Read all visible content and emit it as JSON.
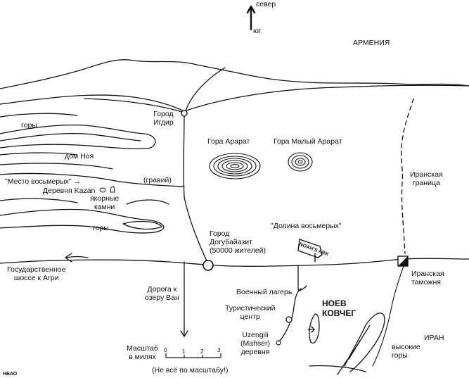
{
  "compass": {
    "north": "север",
    "south": "юг"
  },
  "regions": {
    "armenia": "АРМЕНИЯ",
    "iran": "ИРАН"
  },
  "places": {
    "igdir": [
      "Город",
      "Игдир"
    ],
    "ararat": "Гора Арарат",
    "lesser_ararat": "Гора Малый Арарат",
    "mountains_top": "горы",
    "mountains_bottom": "горы",
    "noah_house": "дом Ноя",
    "place_of_eight": "\"Место восьмерых\"",
    "gravel": "(гравий)",
    "kazan_village": "Деревня Kazan",
    "anchor_stones": [
      "якорные",
      "камни"
    ],
    "iran_border": [
      "Иранская",
      "граница"
    ],
    "valley_of_eight": "\"Долина восьмерых\"",
    "dogubayazit": [
      "Город",
      "Догубайазит",
      "(50000 жителей)"
    ],
    "highway": [
      "Государственное",
      "шоссе к Агри"
    ],
    "iran_customs": [
      "Иранская",
      "таможня"
    ],
    "van_road": [
      "Дорога к",
      "озеру Ван"
    ],
    "military_camp": "Военный лагерь",
    "tourist_center": [
      "Туристический",
      "центр"
    ],
    "noahs_ark": [
      "НОЕВ",
      "КОВЧЕГ"
    ],
    "uzengili": [
      "Uzengili",
      "(Mahser)",
      "деревня"
    ],
    "high_mountains": [
      "высокие",
      "горы"
    ],
    "signpost": "NOAH'S ARK"
  },
  "scale": {
    "label": [
      "Масштаб",
      "в милях"
    ],
    "ticks": [
      "0",
      "1",
      "2",
      "3"
    ],
    "note": "(Не всё по масштабу!)"
  },
  "credit": "НБАО"
}
